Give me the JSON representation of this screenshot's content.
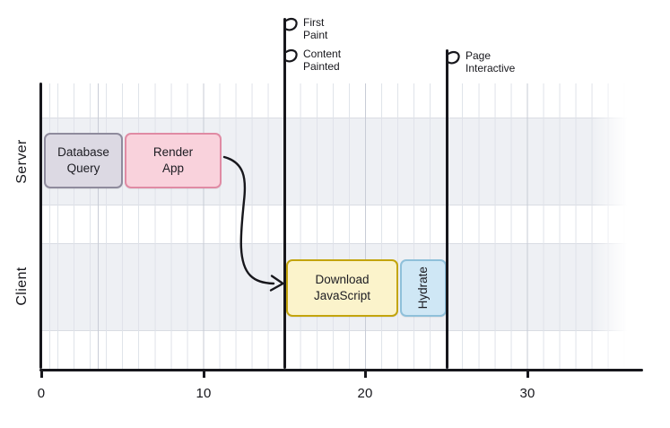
{
  "chart_data": {
    "type": "bar",
    "subtype": "gantt-timeline",
    "title": "",
    "xlabel": "",
    "ylabel": "",
    "x_axis": {
      "range": [
        0,
        37
      ],
      "ticks": [
        0,
        10,
        20,
        30
      ],
      "minor_grid_step": 1,
      "major_grid_step": 10,
      "grid": true
    },
    "lanes": [
      {
        "label": "Server",
        "tasks": [
          {
            "label": "Database Query",
            "label_lines": [
              "Database",
              "Query"
            ],
            "start": 0,
            "end": 5,
            "fill": "#dcd9e3",
            "border": "#8f8b9d"
          },
          {
            "label": "Render App",
            "label_lines": [
              "Render",
              "App"
            ],
            "start": 5,
            "end": 11,
            "fill": "#f9d2dc",
            "border": "#e08ba4"
          }
        ]
      },
      {
        "label": "Client",
        "tasks": [
          {
            "label": "Download JavaScript",
            "label_lines": [
              "Download",
              "JavaScript"
            ],
            "start": 15,
            "end": 22,
            "fill": "#fbf3cb",
            "border": "#c3a40d"
          },
          {
            "label": "Hydrate",
            "label_lines": [
              "Hydrate"
            ],
            "start": 22,
            "end": 25,
            "fill": "#cfe7f5",
            "border": "#8fc0da"
          }
        ]
      }
    ],
    "milestones": [
      {
        "label": "First Paint",
        "label_lines": [
          "First",
          "Paint"
        ],
        "time": 15
      },
      {
        "label": "Content Painted",
        "label_lines": [
          "Content",
          "Painted"
        ],
        "time": 15
      },
      {
        "label": "Page Interactive",
        "label_lines": [
          "Page",
          "Interactive"
        ],
        "time": 25
      }
    ],
    "annotations": [
      {
        "type": "arrow",
        "from": "Render App",
        "to": "Download JavaScript"
      }
    ],
    "colors": {
      "background": "#ffffff",
      "lane_band": "#eef0f4",
      "grid_minor": "#dfe2e9",
      "grid_major": "#c8ccd6",
      "axis": "#17171c"
    }
  }
}
